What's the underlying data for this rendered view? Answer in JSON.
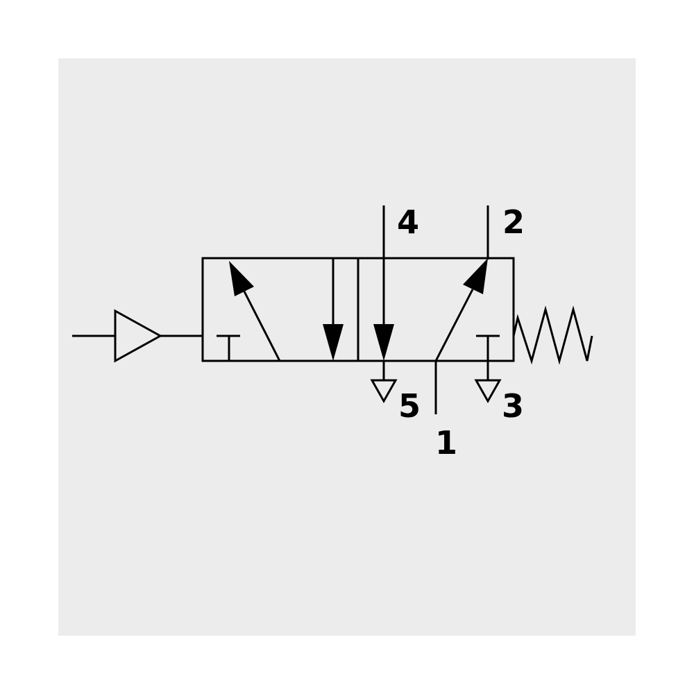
{
  "diagram": {
    "colors": {
      "background": "#ececec",
      "page": "#ffffff",
      "line": "#000000"
    },
    "ports": {
      "port_1": "1",
      "port_2": "2",
      "port_3": "3",
      "port_4": "4",
      "port_5": "5"
    }
  }
}
